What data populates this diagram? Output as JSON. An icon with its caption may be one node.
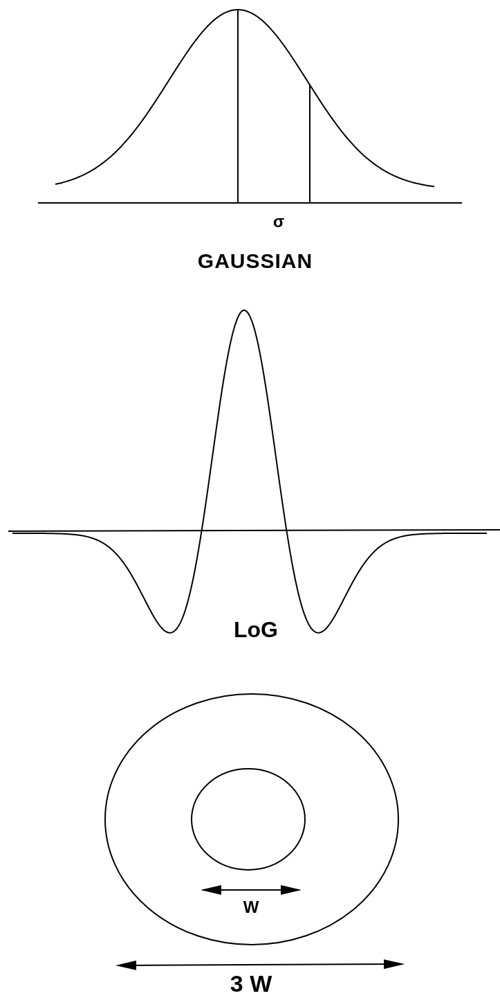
{
  "diagram": {
    "labels": [
      "σ",
      "GAUSSIAN",
      "LoG",
      "W",
      "3 W"
    ]
  }
}
